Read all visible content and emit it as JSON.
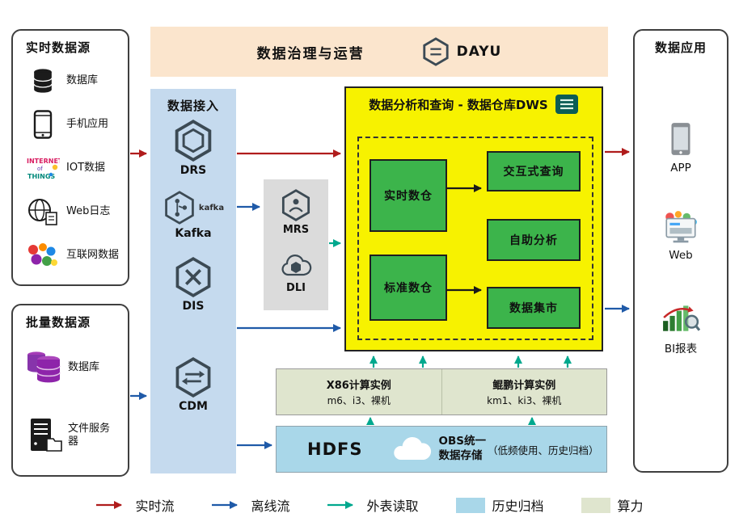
{
  "colors": {
    "realtime_flow": "#b01c1c",
    "offline_flow": "#1f5aa8",
    "external_read": "#00a88e",
    "history_archive": "#a9d7e9",
    "compute_power": "#dfe5ce",
    "dws_panel": "#f7f200",
    "module_green": "#3cb44b",
    "governance_banner": "#fbe5cd",
    "ingest_panel": "#c5daee"
  },
  "realtime_sources": {
    "title": "实时数据源",
    "items": [
      {
        "label": "数据库",
        "icon": "database-icon"
      },
      {
        "label": "手机应用",
        "icon": "phone-icon"
      },
      {
        "label": "IOT数据",
        "icon": "iot-icon"
      },
      {
        "label": "Web日志",
        "icon": "weblog-icon"
      },
      {
        "label": "互联网数据",
        "icon": "internet-data-icon"
      }
    ]
  },
  "batch_sources": {
    "title": "批量数据源",
    "items": [
      {
        "label": "数据库",
        "icon": "database-purple-icon"
      },
      {
        "label": "文件服务器",
        "icon": "file-server-icon"
      }
    ]
  },
  "governance": {
    "title": "数据治理与运营",
    "product": "DAYU"
  },
  "ingestion": {
    "title": "数据接入",
    "services": [
      {
        "name": "DRS"
      },
      {
        "name": "Kafka",
        "logo_text": "kafka"
      },
      {
        "name": "DIS"
      },
      {
        "name": "CDM"
      }
    ]
  },
  "processing": {
    "services": [
      {
        "name": "MRS"
      },
      {
        "name": "DLI"
      }
    ]
  },
  "dws": {
    "title": "数据分析和查询 - 数据仓库DWS",
    "left_modules": [
      {
        "label": "实时数仓"
      },
      {
        "label": "标准数仓"
      }
    ],
    "right_modules": [
      {
        "label": "交互式查询"
      },
      {
        "label": "自助分析"
      },
      {
        "label": "数据集市"
      }
    ]
  },
  "compute": {
    "x86_title": "X86计算实例",
    "x86_specs": "m6、i3、裸机",
    "kunpeng_title": "鲲鹏计算实例",
    "kunpeng_specs": "km1、ki3、裸机"
  },
  "storage": {
    "hdfs_label": "HDFS",
    "obs_title_line1": "OBS统一",
    "obs_title_line2": "数据存储",
    "obs_note": "（低频使用、历史归档）"
  },
  "applications": {
    "title": "数据应用",
    "items": [
      {
        "label": "APP",
        "icon": "app-phone-icon"
      },
      {
        "label": "Web",
        "icon": "web-monitor-icon"
      },
      {
        "label": "BI报表",
        "icon": "bi-report-icon"
      }
    ]
  },
  "legend": {
    "items": [
      {
        "label": "实时流",
        "kind": "arrow",
        "color": "#b01c1c"
      },
      {
        "label": "离线流",
        "kind": "arrow",
        "color": "#1f5aa8"
      },
      {
        "label": "外表读取",
        "kind": "arrow",
        "color": "#00a88e"
      },
      {
        "label": "历史归档",
        "kind": "swatch",
        "color": "#a9d7e9"
      },
      {
        "label": "算力",
        "kind": "swatch",
        "color": "#dfe5ce"
      }
    ]
  }
}
